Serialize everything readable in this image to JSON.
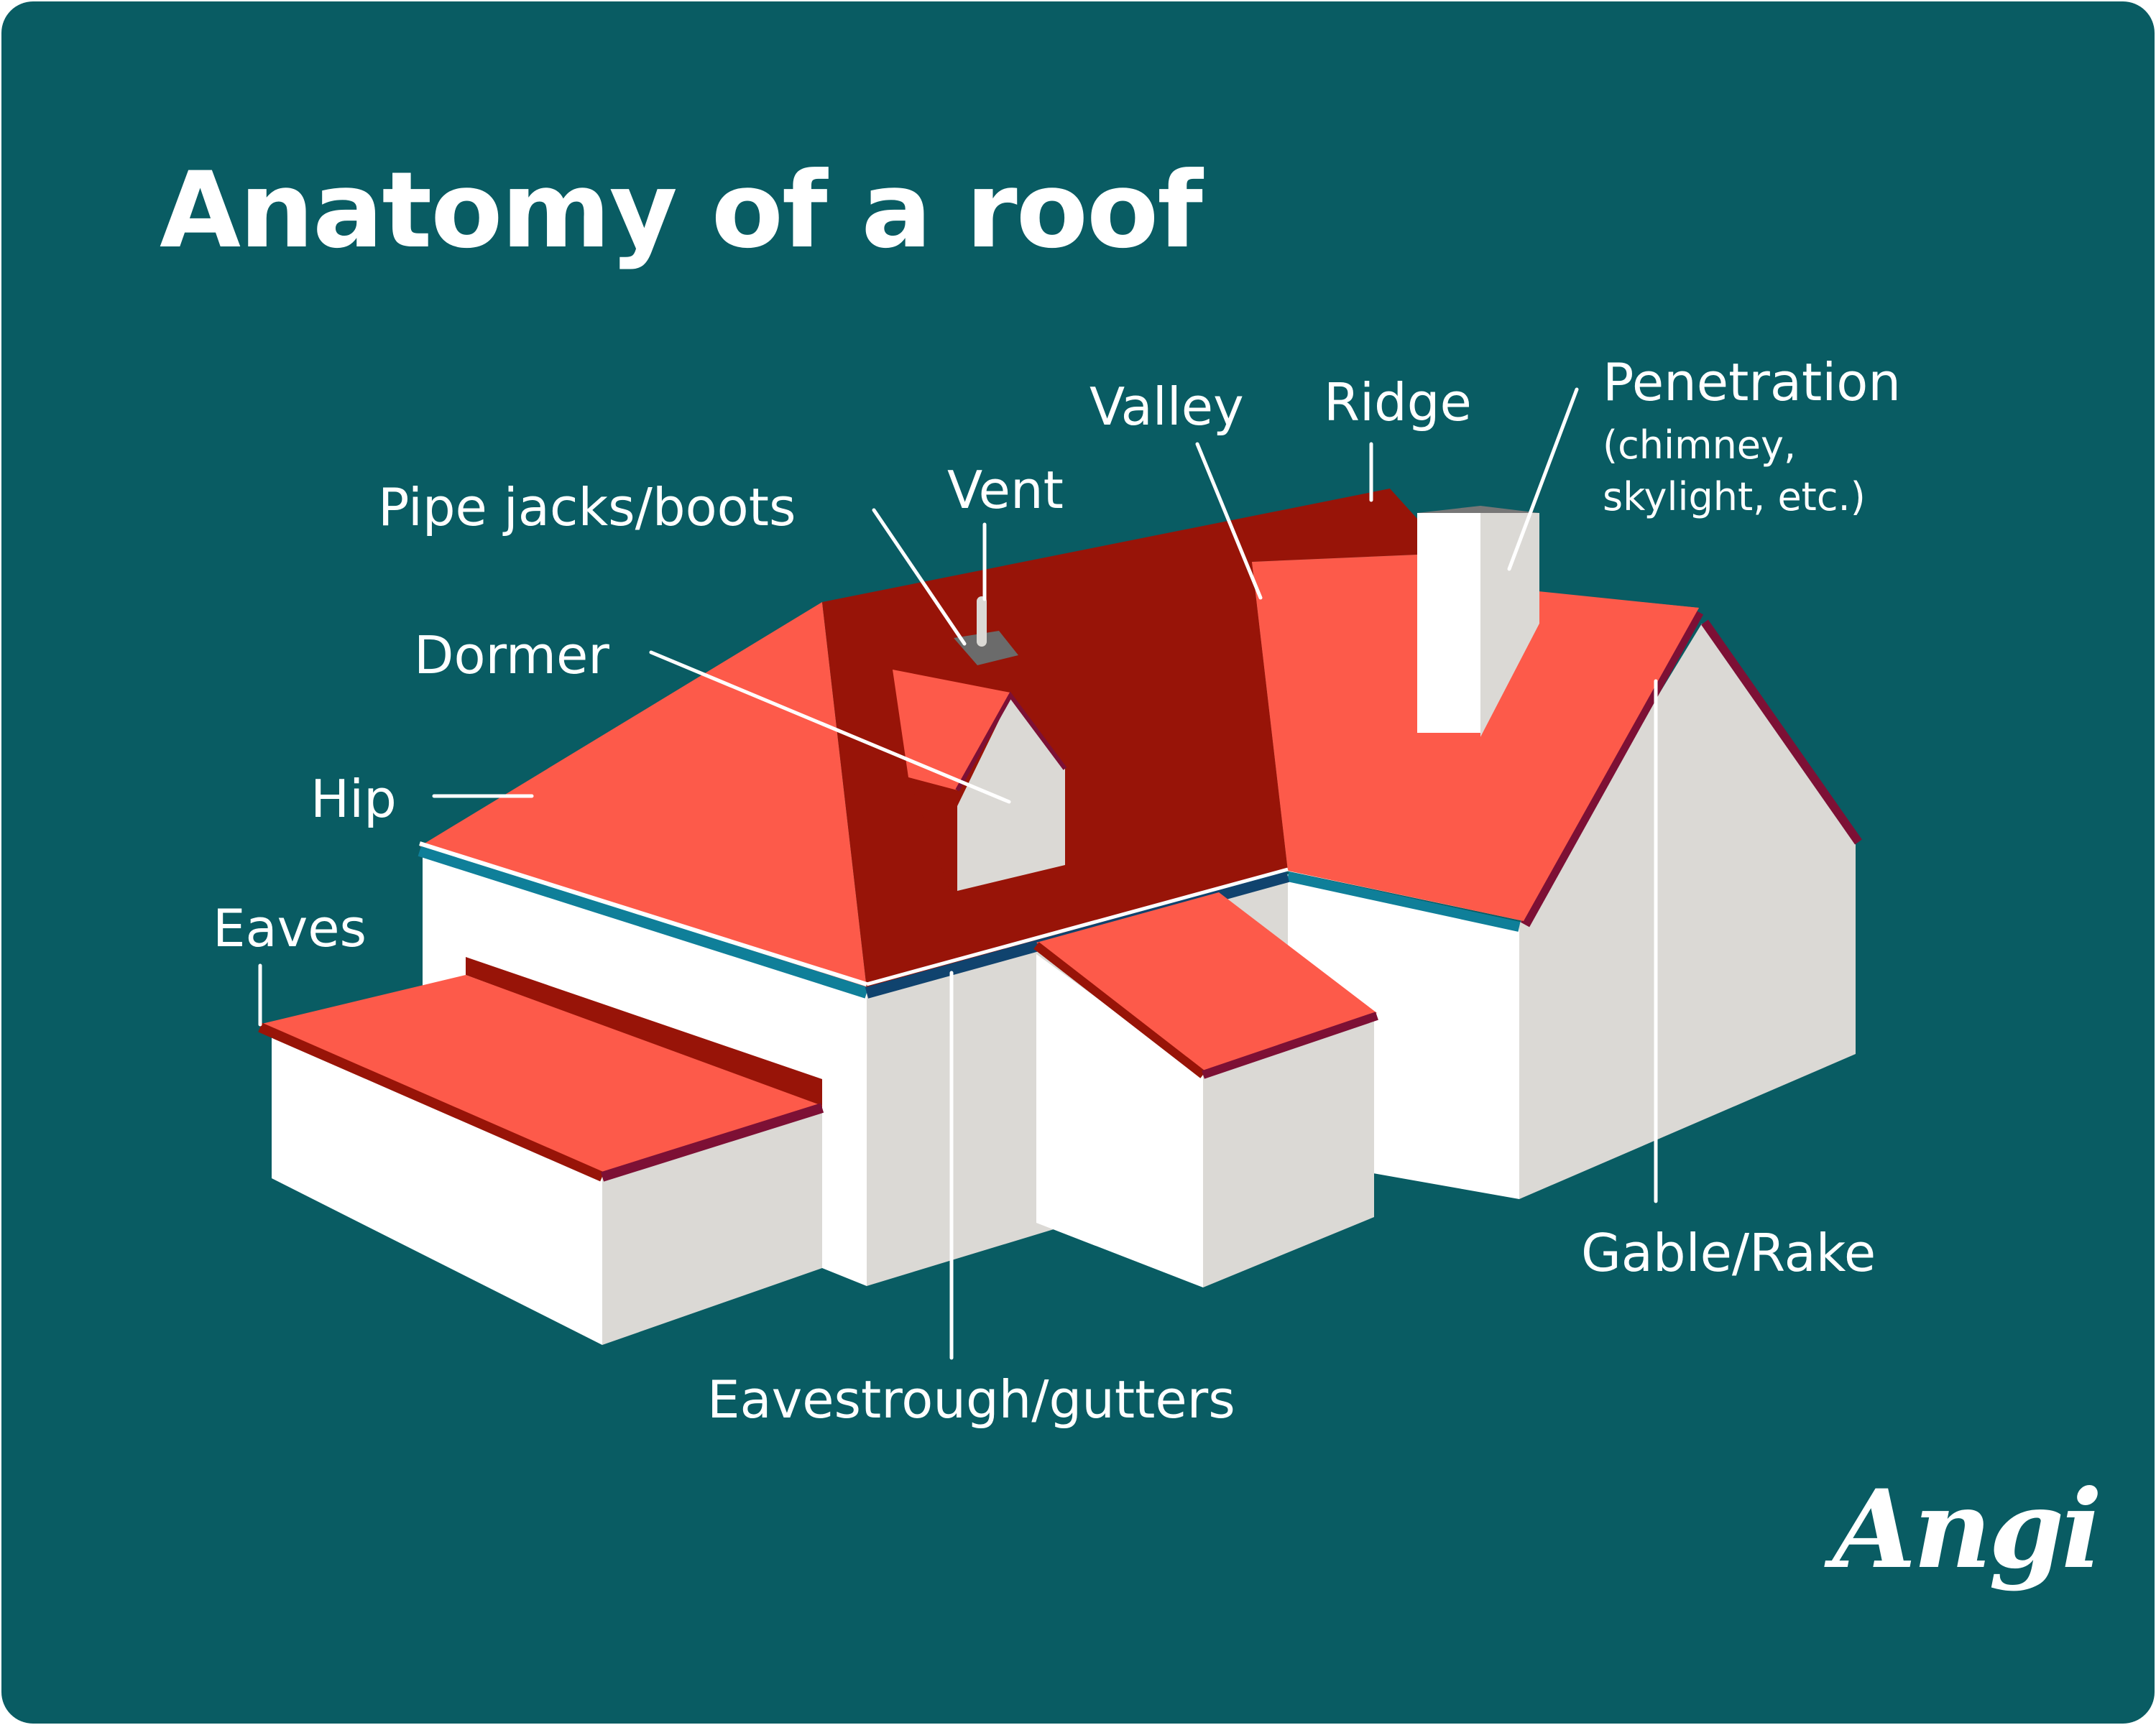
{
  "title": "Anatomy of a roof",
  "labels": {
    "ridge": "Ridge",
    "valley": "Valley",
    "penetration": "Penetration",
    "penetration_detail_1": "(chimney,",
    "penetration_detail_2": "skylight, etc.)",
    "vent": "Vent",
    "pipe_jacks": "Pipe jacks/boots",
    "dormer": "Dormer",
    "hip": "Hip",
    "eaves": "Eaves",
    "eavestrough": "Eavestrough/gutters",
    "gable": "Gable/Rake"
  },
  "logo": "Angi",
  "colors": {
    "background": "#095c63",
    "roof_light": "#fd5a4a",
    "roof_dark": "#981408",
    "wall_white": "#ffffff",
    "wall_shade": "#dbd9d5",
    "gutter": "#0f7f99",
    "trim": "#7d1035",
    "label": "#ffffff"
  }
}
